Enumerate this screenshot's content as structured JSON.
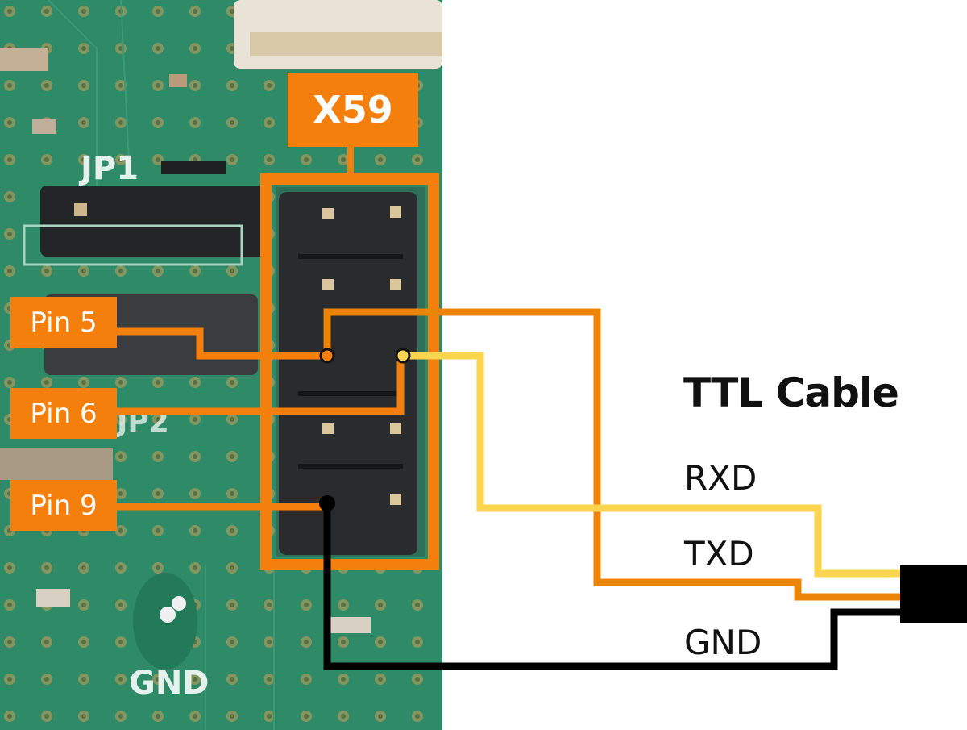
{
  "connector": {
    "label": "X59"
  },
  "pins": [
    {
      "label": "Pin 5"
    },
    {
      "label": "Pin 6"
    },
    {
      "label": "Pin 9"
    }
  ],
  "cable": {
    "title": "TTL Cable",
    "signals": [
      {
        "label": "RXD",
        "color": "#fbd54f"
      },
      {
        "label": "TXD",
        "color": "#ec8408"
      },
      {
        "label": "GND",
        "color": "#000000"
      }
    ]
  },
  "board_silkscreen": [
    "JP1",
    "JP2",
    "GND"
  ],
  "colors": {
    "accent": "#f57f0c",
    "pcb": "#2b8a66",
    "header": "#2a2b2c"
  }
}
